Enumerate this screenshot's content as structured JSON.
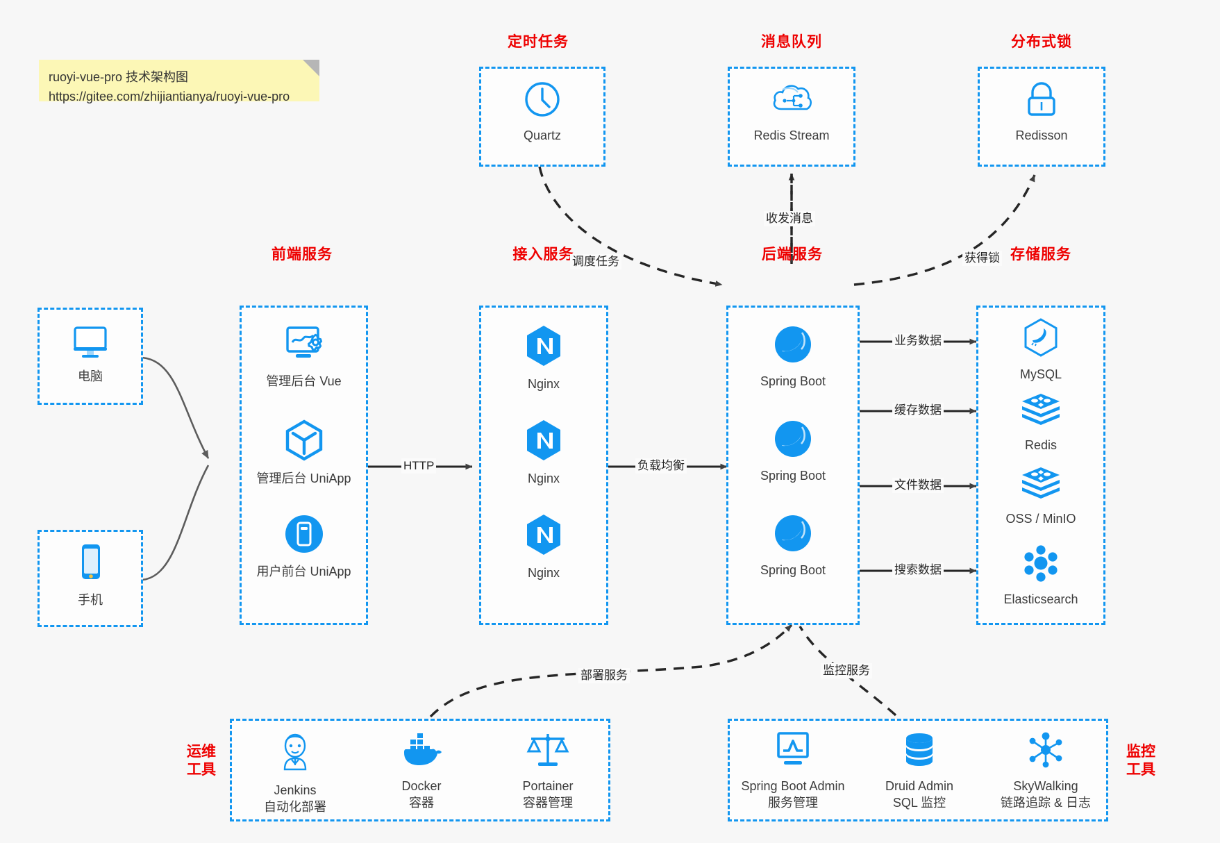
{
  "note": {
    "line1": "ruoyi-vue-pro 技术架构图",
    "line2": "https://gitee.com/zhijiantianya/ruoyi-vue-pro"
  },
  "colors": {
    "box_border": "#1296f0",
    "group_title": "#ee0000",
    "icon": "#1296f0",
    "label": "#3c3c3c",
    "edge": "#3f3f3f",
    "note_bg": "#fcf7b6",
    "canvas_bg": "#f7f7f7"
  },
  "groups": {
    "scheduler": {
      "title": "定时任务",
      "nodes": [
        {
          "label": "Quartz",
          "icon": "clock-icon"
        }
      ]
    },
    "mq": {
      "title": "消息队列",
      "nodes": [
        {
          "label": "Redis Stream",
          "icon": "cloud-stream-icon"
        }
      ]
    },
    "lock": {
      "title": "分布式锁",
      "nodes": [
        {
          "label": "Redisson",
          "icon": "padlock-icon"
        }
      ]
    },
    "clients": {
      "pc": {
        "label": "电脑",
        "icon": "desktop-icon"
      },
      "mobile": {
        "label": "手机",
        "icon": "smartphone-icon"
      }
    },
    "frontend": {
      "title": "前端服务",
      "nodes": [
        {
          "label": "管理后台 Vue",
          "icon": "dashboard-gear-icon"
        },
        {
          "label": "管理后台 UniApp",
          "icon": "cube-icon"
        },
        {
          "label": "用户前台 UniApp",
          "icon": "mobile-app-icon"
        }
      ]
    },
    "gateway": {
      "title": "接入服务",
      "nodes": [
        {
          "label": "Nginx",
          "icon": "nginx-icon"
        },
        {
          "label": "Nginx",
          "icon": "nginx-icon"
        },
        {
          "label": "Nginx",
          "icon": "nginx-icon"
        }
      ]
    },
    "backend": {
      "title": "后端服务",
      "nodes": [
        {
          "label": "Spring Boot",
          "icon": "spring-boot-icon"
        },
        {
          "label": "Spring Boot",
          "icon": "spring-boot-icon"
        },
        {
          "label": "Spring Boot",
          "icon": "spring-boot-icon"
        }
      ]
    },
    "storage": {
      "title": "存储服务",
      "nodes": [
        {
          "label": "MySQL",
          "icon": "mysql-icon"
        },
        {
          "label": "Redis",
          "icon": "redis-icon"
        },
        {
          "label": "OSS / MinIO",
          "icon": "oss-minio-icon"
        },
        {
          "label": "Elasticsearch",
          "icon": "elasticsearch-icon"
        }
      ]
    },
    "devops": {
      "title_line1": "运维",
      "title_line2": "工具",
      "nodes": [
        {
          "label": "Jenkins",
          "sublabel": "自动化部署",
          "icon": "jenkins-icon"
        },
        {
          "label": "Docker",
          "sublabel": "容器",
          "icon": "docker-icon"
        },
        {
          "label": "Portainer",
          "sublabel": "容器管理",
          "icon": "scales-icon"
        }
      ]
    },
    "monitor": {
      "title_line1": "监控",
      "title_line2": "工具",
      "nodes": [
        {
          "label": "Spring Boot Admin",
          "sublabel": "服务管理",
          "icon": "monitor-chart-icon"
        },
        {
          "label": "Druid Admin",
          "sublabel": "SQL 监控",
          "icon": "database-icon"
        },
        {
          "label": "SkyWalking",
          "sublabel": "链路追踪 & 日志",
          "icon": "skywalking-icon"
        }
      ]
    }
  },
  "edges": {
    "http": "HTTP",
    "load_balance": "负载均衡",
    "schedule_task": "调度任务",
    "send_receive_msg": "收发消息",
    "acquire_lock": "获得锁",
    "business_data": "业务数据",
    "cache_data": "缓存数据",
    "file_data": "文件数据",
    "search_data": "搜索数据",
    "deploy_service": "部署服务",
    "monitor_service": "监控服务"
  }
}
